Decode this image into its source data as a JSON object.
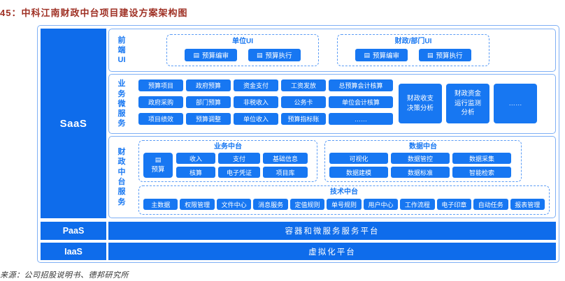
{
  "colors": {
    "blue": "#1777f2",
    "blue_deep": "#0e6ceb",
    "line": "#7fb0f5",
    "dash": "#5b9cf5",
    "red": "#9e2f23",
    "text": "#333333"
  },
  "icons": {
    "document": "▤"
  },
  "header": {
    "title": "45：中科江南财政中台项目建设方案架构图"
  },
  "footer": {
    "source": "来源：公司招股说明书、德邦研究所"
  },
  "layers": {
    "saas": "SaaS",
    "paas": "PaaS",
    "iaas": "IaaS",
    "paas_platform": "容器和微服务服务平台",
    "iaas_platform": "虚拟化平台"
  },
  "frontend": {
    "label": "前\n端\nUI",
    "groups": [
      {
        "title": "单位UI",
        "buttons": [
          "预算编审",
          "预算执行"
        ]
      },
      {
        "title": "财政/部门UI",
        "buttons": [
          "预算编审",
          "预算执行"
        ]
      }
    ]
  },
  "micro": {
    "label": "业\n务\n微\n服\n务",
    "rows": [
      [
        "预算项目",
        "政府预算",
        "资金支付",
        "工资发放",
        "总预算会计核算"
      ],
      [
        "政府采购",
        "部门预算",
        "非税收入",
        "公务卡",
        "单位会计核算"
      ],
      [
        "项目绩效",
        "预算调整",
        "单位收入",
        "预算指标账",
        "……"
      ]
    ],
    "panels": [
      "财政收支\n决策分析",
      "财政资金\n运行监测\n分析",
      "……"
    ]
  },
  "platform": {
    "label": "财\n政\n中\n台\n服\n务",
    "business": {
      "title": "业务中台",
      "feature": "预算",
      "rows": [
        [
          "收入",
          "支付",
          "基础信息"
        ],
        [
          "核算",
          "电子凭证",
          "项目库"
        ]
      ]
    },
    "data": {
      "title": "数据中台",
      "rows": [
        [
          "可视化",
          "数据管控",
          "数据采集"
        ],
        [
          "数据建模",
          "数据标准",
          "智能检索"
        ]
      ]
    },
    "tech": {
      "title": "技术中台",
      "items": [
        "主数据",
        "权限管理",
        "文件中心",
        "消息服务",
        "定值规则",
        "单号规则",
        "用户中心",
        "工作流程",
        "电子印章",
        "自动任务",
        "报表管理"
      ]
    }
  }
}
